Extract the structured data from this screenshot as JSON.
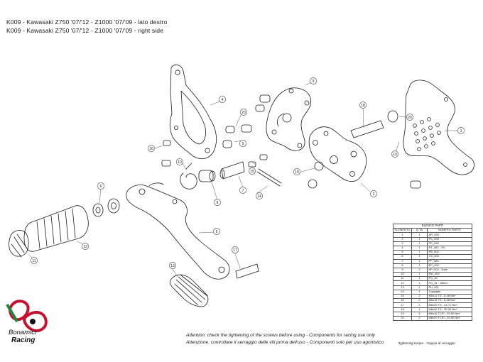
{
  "header": {
    "line1": "K009 - Kawasaki Z750 '07/'12 - Z1000 '07/'09 - lato destro",
    "line2": "K009 - Kawasaki Z750 '07/'12 - Z1000 '07/'09 - right side"
  },
  "callouts": [
    "1",
    "2",
    "3",
    "4",
    "5",
    "6",
    "7",
    "8",
    "9",
    "10",
    "11",
    "12",
    "13",
    "14",
    "15",
    "16",
    "17",
    "18",
    "19",
    "20"
  ],
  "parts_table": {
    "caption": "ELENCO PARTI",
    "headers": [
      "ELEMENTO",
      "Q.TÀ",
      "NUMERO PARTE"
    ],
    "rows": [
      [
        "1",
        "1",
        "AR_093"
      ],
      [
        "2",
        "1",
        "PS_008"
      ],
      [
        "3",
        "1",
        "PP_015"
      ],
      [
        "4",
        "1",
        "RT_062 - SX"
      ],
      [
        "5",
        "1",
        "PB_004"
      ],
      [
        "6",
        "2",
        "CS_002"
      ],
      [
        "7",
        "1",
        "PF_005"
      ],
      [
        "8",
        "1",
        "BC_002"
      ],
      [
        "9",
        "2",
        "SP_002 - 4mm"
      ],
      [
        "10",
        "1",
        "MO_002"
      ],
      [
        "11",
        "1",
        "PG_00"
      ],
      [
        "12",
        "1",
        "PG_01 - 68mm"
      ],
      [
        "13",
        "1",
        "PU_001"
      ],
      [
        "14",
        "1",
        "Coppiglia"
      ],
      [
        "15",
        "2",
        "M5x12 TS - 8.48 Nm*"
      ],
      [
        "16",
        "2",
        "M5x16 TS - 8.48 Nm*"
      ],
      [
        "17",
        "1",
        "M6x30 TS - 14.71 Nm*"
      ],
      [
        "18",
        "1",
        "M8x30 TS - 35.30 Nm*"
      ],
      [
        "19",
        "4",
        "M8x16 TCEI - 25.50 Nm*"
      ],
      [
        "20",
        "2",
        "M8x20 TCEI - 25.50 Nm*"
      ]
    ]
  },
  "notes": {
    "english": "Attention: check the tightening of the screws before using - Components for racing use only",
    "italian": "Attenzione: controllare il serraggio delle viti prima dell'uso - Componenti solo per uso agonistico",
    "torque": "*tightening torque - *coppia di serraggio"
  },
  "brand": {
    "line1": "Bonamici",
    "line2": "Racing",
    "colors": {
      "red": "#c8102e",
      "green": "#1a8a3a",
      "black": "#111111"
    }
  }
}
